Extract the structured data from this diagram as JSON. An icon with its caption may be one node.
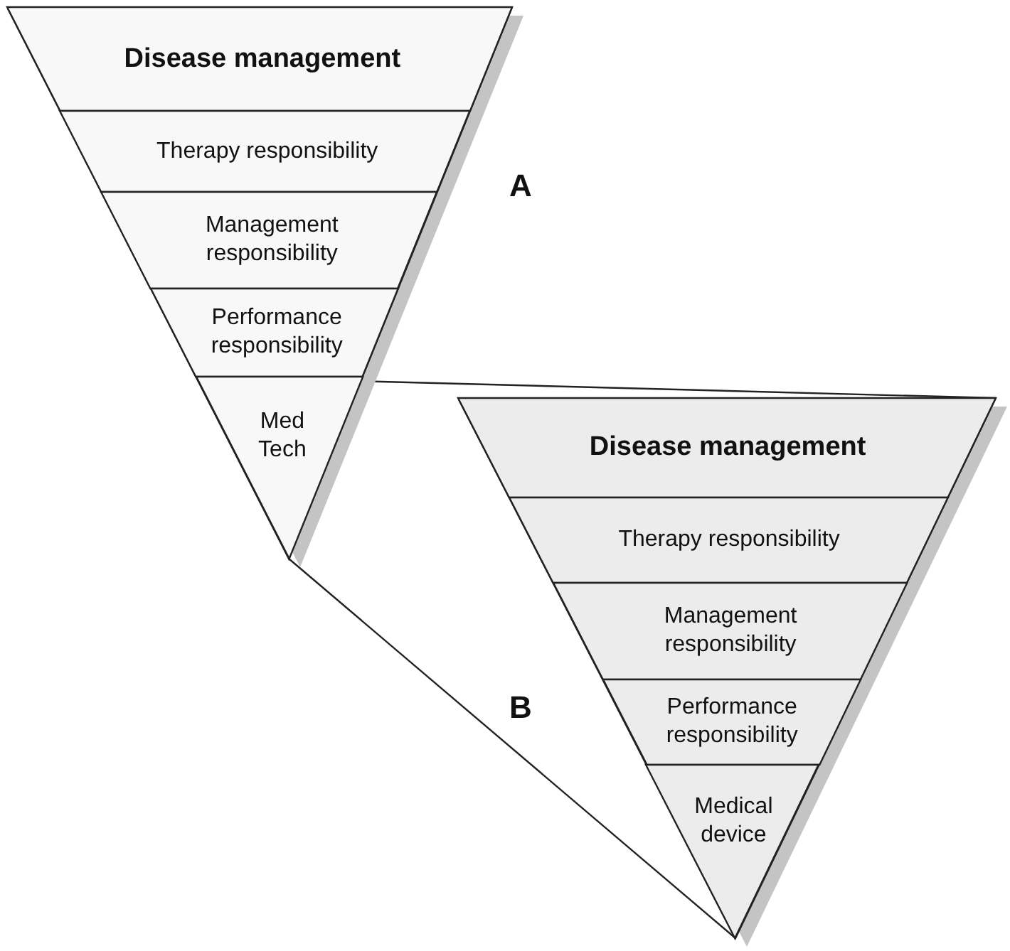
{
  "diagram": {
    "nodes": [
      {
        "text": [],
        "shape": "triangle"
      },
      {
        "text": [
          "Disease management"
        ],
        "in": 0
      },
      {
        "text": [
          "Therapy responsibility"
        ],
        "in": 0
      },
      {
        "text": [
          "Management responsibility"
        ],
        "in": 0
      },
      {
        "text": [
          "Performance responsibility"
        ],
        "in": 0
      },
      {
        "text": [
          "Med Tech"
        ],
        "in": 0
      },
      {
        "text": [],
        "shape": "triangle"
      },
      {
        "text": [
          "Disease management"
        ],
        "in": 6
      },
      {
        "text": [
          "Therapy responsibility"
        ],
        "in": 6
      },
      {
        "text": [
          "Management responsibility"
        ],
        "in": 6
      },
      {
        "text": [
          "Performance responsibility"
        ],
        "in": 6
      },
      {
        "text": [
          "Medical device"
        ],
        "in": 6
      }
    ],
    "edges": [
      {
        "from": 5,
        "to": 6,
        "arrow": "none"
      },
      {
        "from": 5,
        "to": 6,
        "arrow": "none"
      }
    ],
    "labels": [
      "A",
      "B"
    ]
  }
}
